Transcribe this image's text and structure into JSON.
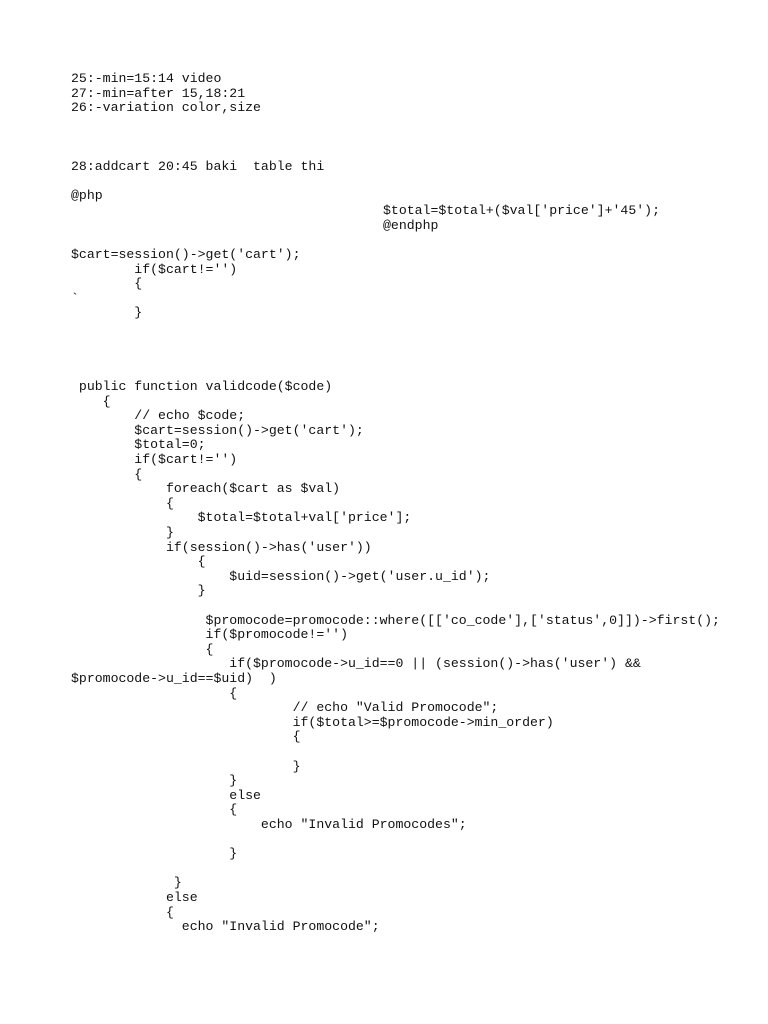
{
  "notes": [
    "25:-min=15:14 video",
    "27:-min=after 15,18:21",
    "26:-variation color,size"
  ],
  "addcart_note": "28:addcart 20:45 baki  table thi",
  "php_block": {
    "open": "@php",
    "total_line": "$total=$total+($val['price']+'45');",
    "close": "@endphp"
  },
  "cart_snippet": [
    "$cart=session()->get('cart');",
    "        if($cart!='')",
    "        {",
    "`",
    "        }"
  ],
  "validcode_function": [
    " public function validcode($code)",
    "    {",
    "        // echo $code;",
    "        $cart=session()->get('cart');",
    "        $total=0;",
    "        if($cart!='')",
    "        {",
    "            foreach($cart as $val)",
    "            {",
    "                $total=$total+val['price'];",
    "            }",
    "            if(session()->has('user'))",
    "                {",
    "                    $uid=session()->get('user.u_id');",
    "                }",
    "",
    "                 $promocode=promocode::where([['co_code'],['status',0]])->first();",
    "                 if($promocode!='')",
    "                 {",
    "                    if($promocode->u_id==0 || (session()->has('user') &&",
    "$promocode->u_id==$uid)  )",
    "                    {",
    "                            // echo \"Valid Promocode\";",
    "                            if($total>=$promocode->min_order)",
    "                            {",
    "",
    "                            }",
    "                    }",
    "                    else",
    "                    {",
    "                        echo \"Invalid Promocodes\";",
    "",
    "                    }",
    "",
    "             }",
    "            else",
    "            {",
    "              echo \"Invalid Promocode\";"
  ]
}
